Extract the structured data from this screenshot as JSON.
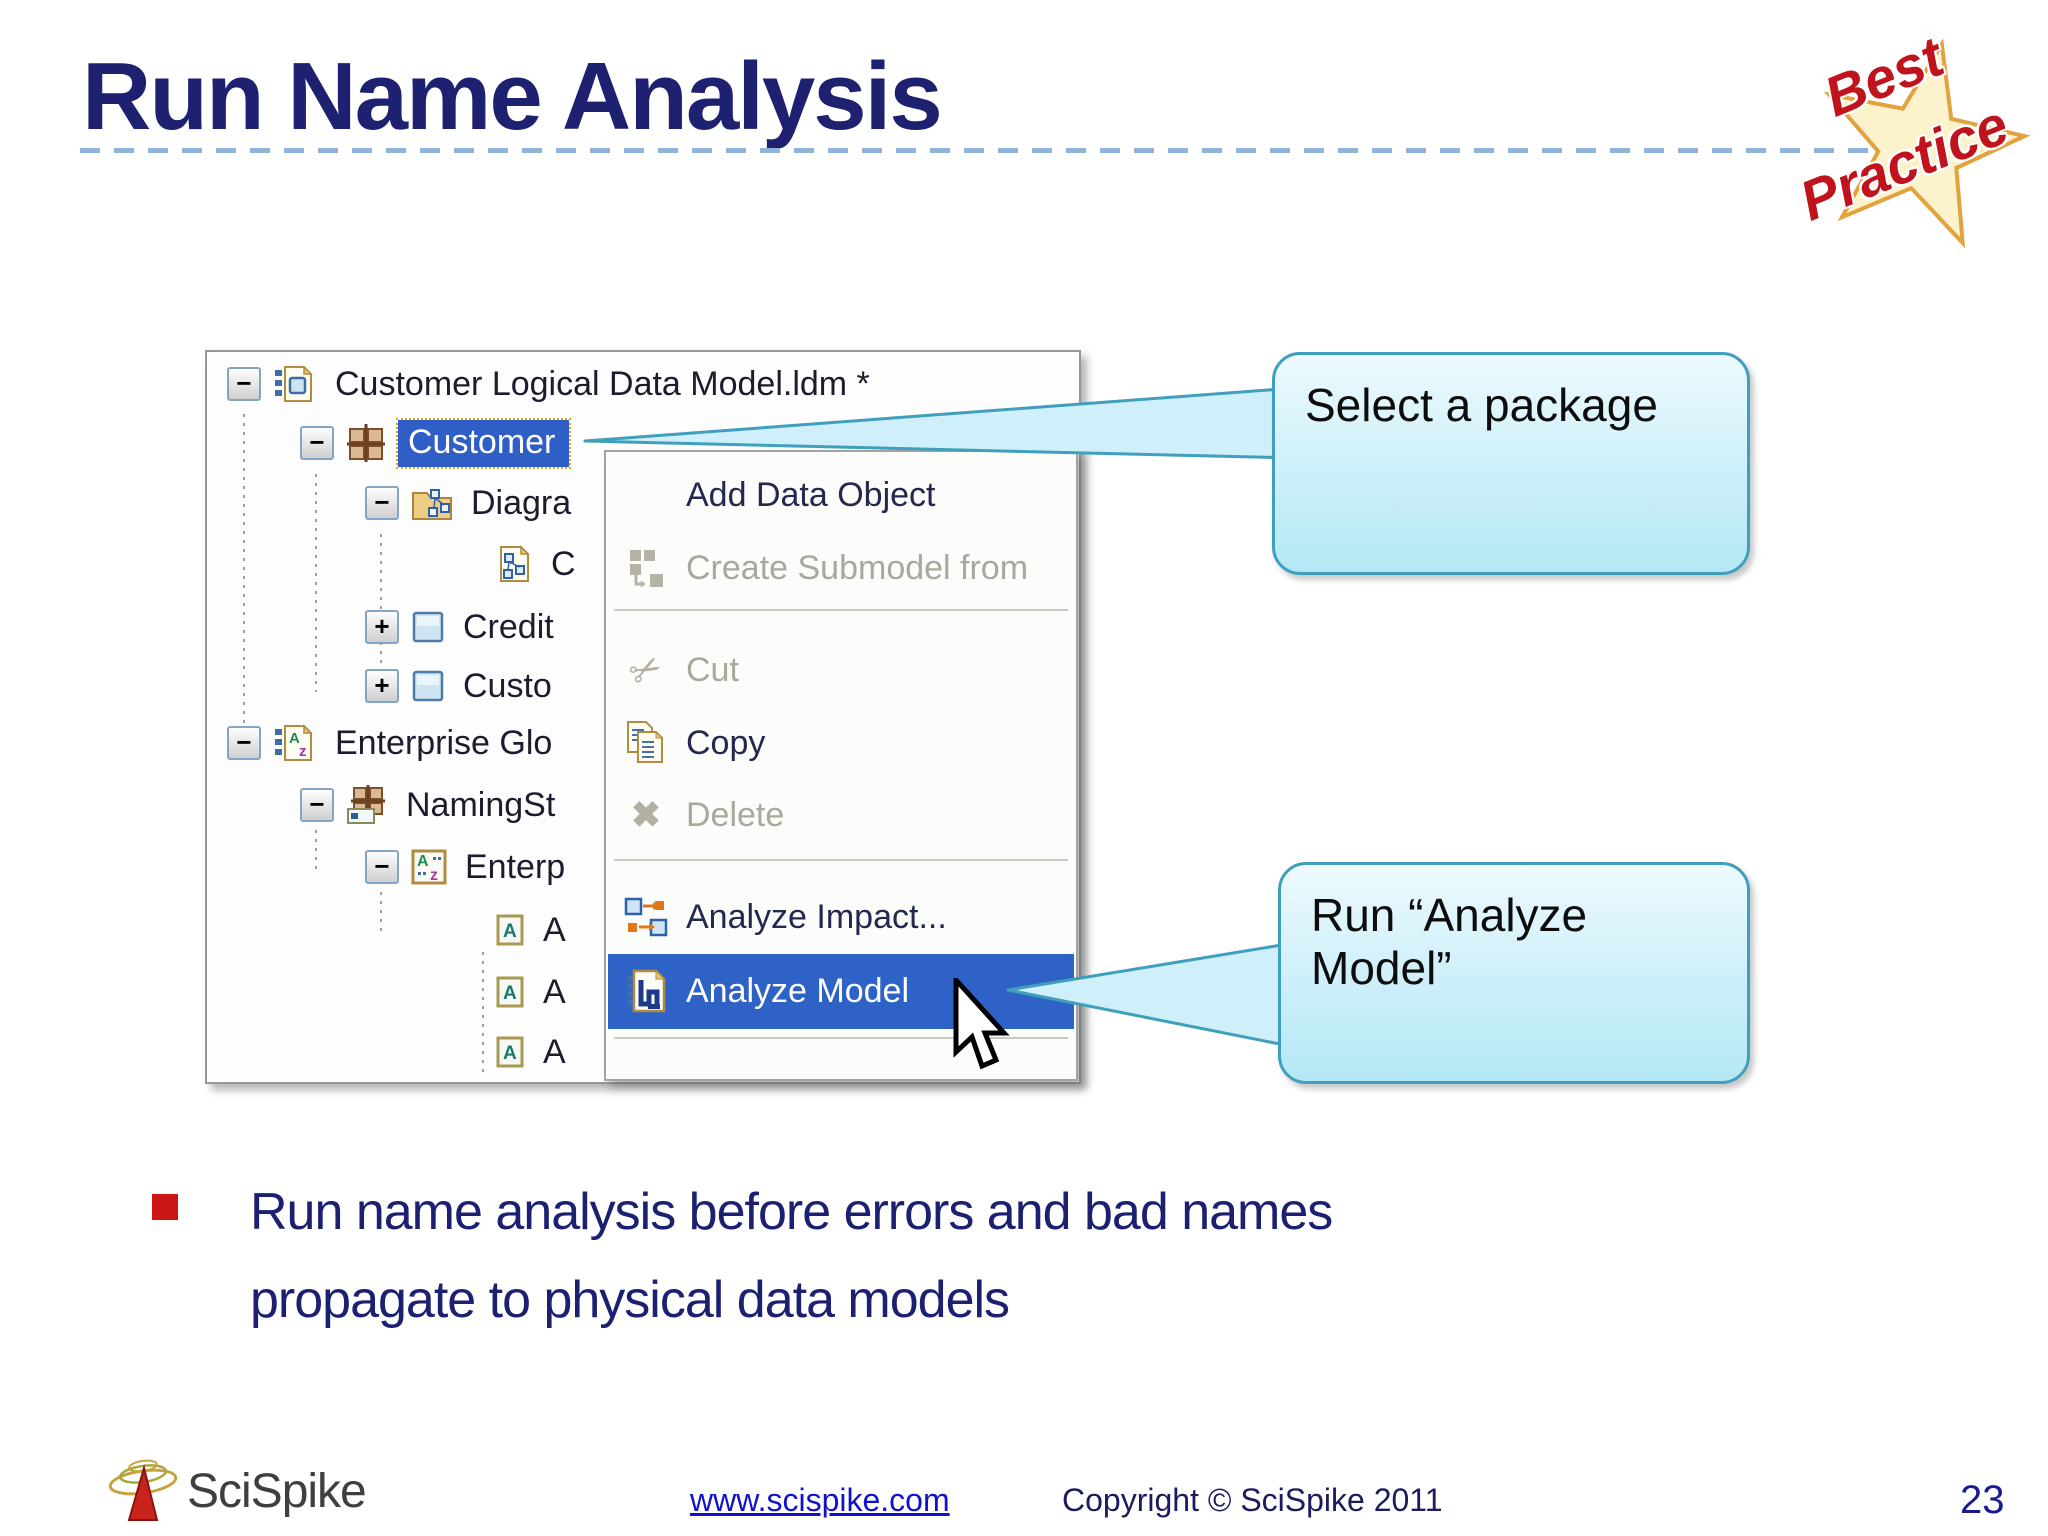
{
  "slide": {
    "title": "Run Name Analysis",
    "badge": {
      "line1": "Best",
      "line2": "Practice"
    },
    "bullet": {
      "text": "Run name analysis before errors and bad names propagate to physical data models"
    },
    "page_number": "23"
  },
  "screenshot": {
    "tree": {
      "items": [
        {
          "label": "Customer Logical Data Model.ldm *",
          "level": 0,
          "expander": "minus",
          "icon": "model-file-icon",
          "selected": false
        },
        {
          "label": "Customer",
          "level": 1,
          "expander": "minus",
          "icon": "package-icon",
          "selected": true
        },
        {
          "label": "Diagra",
          "level": 2,
          "expander": "minus",
          "icon": "diagram-folder-icon",
          "selected": false
        },
        {
          "label": "C",
          "level": 3,
          "expander": "none",
          "icon": "diagram-file-icon",
          "selected": false
        },
        {
          "label": "Credit",
          "level": 2,
          "expander": "plus",
          "icon": "entity-icon",
          "selected": false
        },
        {
          "label": "Custo",
          "level": 2,
          "expander": "plus",
          "icon": "entity-icon",
          "selected": false
        },
        {
          "label": "Enterprise Glo",
          "level": 0,
          "expander": "minus",
          "icon": "glossary-file-icon",
          "selected": false
        },
        {
          "label": "NamingSt",
          "level": 1,
          "expander": "minus",
          "icon": "naming-package-icon",
          "selected": false
        },
        {
          "label": "Enterp",
          "level": 2,
          "expander": "minus",
          "icon": "az-box-icon",
          "selected": false
        },
        {
          "label": "A",
          "level": 3,
          "expander": "none",
          "icon": "attribute-icon",
          "selected": false
        },
        {
          "label": "A",
          "level": 3,
          "expander": "none",
          "icon": "attribute-icon",
          "selected": false
        },
        {
          "label": "A",
          "level": 3,
          "expander": "none",
          "icon": "attribute-icon",
          "selected": false
        }
      ]
    },
    "context_menu": {
      "items": [
        {
          "label": "Add Data Object",
          "state": "enabled",
          "icon": "none"
        },
        {
          "label": "Create Submodel from",
          "state": "disabled",
          "icon": "create-submodel-icon"
        },
        {
          "separator": true
        },
        {
          "label": "Cut",
          "state": "disabled",
          "icon": "cut-icon"
        },
        {
          "label": "Copy",
          "state": "enabled",
          "icon": "copy-icon"
        },
        {
          "label": "Delete",
          "state": "disabled",
          "icon": "delete-icon"
        },
        {
          "separator": true
        },
        {
          "label": "Analyze Impact...",
          "state": "enabled",
          "icon": "analyze-impact-icon"
        },
        {
          "label": "Analyze Model",
          "state": "highlighted",
          "icon": "analyze-model-icon"
        },
        {
          "separator": true
        }
      ]
    }
  },
  "callouts": [
    {
      "text": "Select a package"
    },
    {
      "text": "Run “Analyze Model”"
    }
  ],
  "footer": {
    "logo_text": "SciSpike",
    "link": "www.scispike.com",
    "copyright": "Copyright © SciSpike 2011"
  },
  "colors": {
    "title_navy": "#1d2170",
    "selection_blue": "#2e5ec6",
    "menu_highlight_blue": "#2f62c6",
    "callout_border_teal": "#3f9fbc",
    "callout_fill_cyan": "#cdeffa",
    "bullet_red": "#cc1616",
    "badge_text_red": "#c0131c",
    "star_fill_yellow": "#fcf3cd",
    "star_stroke_orange": "#e2a23e",
    "link_blue": "#1212cc",
    "dashed_rule_blue": "#8fb3da"
  }
}
